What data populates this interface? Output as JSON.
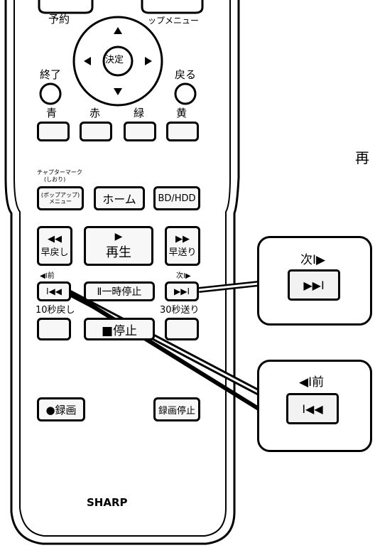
{
  "remote": {
    "top_labels": {
      "reserve": "予約",
      "top_menu": "ップメニュー"
    },
    "dpad": {
      "center": "決定"
    },
    "end_label": "終了",
    "back_label": "戻る",
    "colors": {
      "blue": "青",
      "red": "赤",
      "green": "緑",
      "yellow": "黄"
    },
    "chapter_mark": "チャプターマーク",
    "bookmark": "(しおり)",
    "popup_line1": "(ポップアップ)",
    "popup_line2": "メニュー",
    "home": "ホーム",
    "bd_hdd": "BD/HDD",
    "rewind": "早戻し",
    "play": "再生",
    "forward": "早送り",
    "prev_small": "◀Ⅰ前",
    "next_small": "次Ⅰ▶",
    "pause": "Ⅱ一時停止",
    "back10": "10秒戻し",
    "fwd30": "30秒送り",
    "stop": "■停止",
    "record": "●録画",
    "record_stop": "録画停止",
    "brand": "SHARP"
  },
  "right_edge_text": "再",
  "callout_next": {
    "caption": "次Ⅰ▶",
    "key": "▶▶Ⅰ"
  },
  "callout_prev": {
    "caption": "◀Ⅰ前",
    "key": "Ⅰ◀◀"
  }
}
